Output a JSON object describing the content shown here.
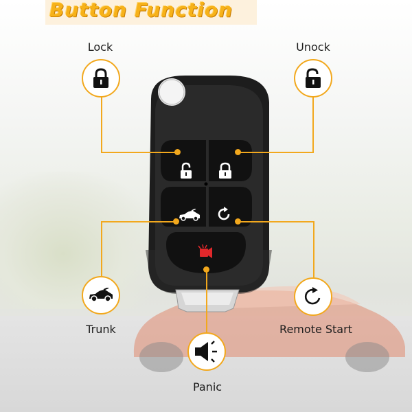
{
  "header": {
    "title": "Button Function"
  },
  "labels": {
    "lock": "Lock",
    "unlock": "Unock",
    "trunk": "Trunk",
    "remote_start": "Remote Start",
    "panic": "Panic"
  },
  "icons": {
    "lock": "padlock-locked-icon",
    "unlock": "padlock-open-icon",
    "trunk": "car-trunk-icon",
    "remote_start": "circular-arrow-icon",
    "panic": "horn-speaker-icon"
  },
  "colors": {
    "accent": "#f2a81d",
    "title": "#f7b219",
    "key_body": "#1d1d1d",
    "panic_button": "#e0282b"
  }
}
